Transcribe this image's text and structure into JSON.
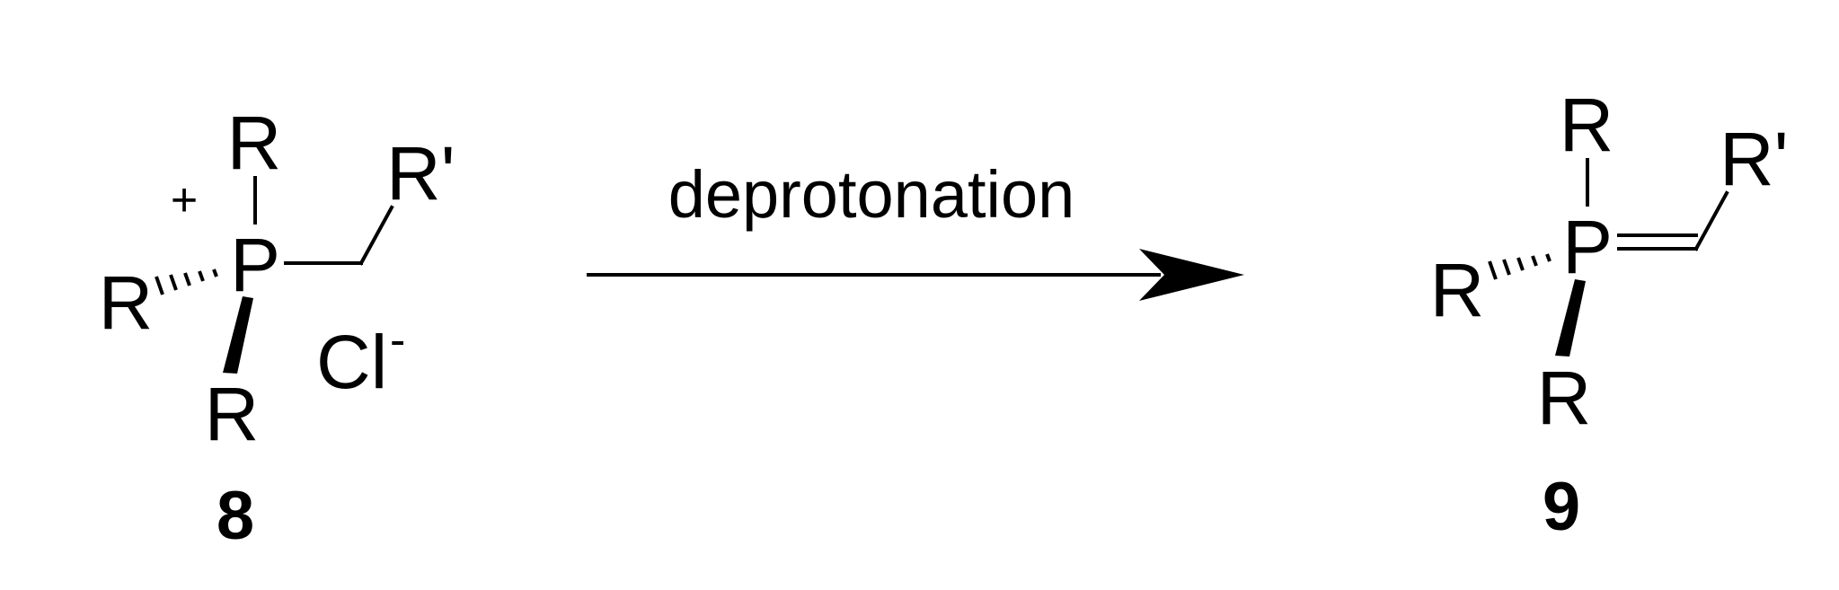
{
  "reaction": {
    "reactant": {
      "compound_number": "8",
      "phosphorus": "P",
      "charge": "+",
      "substituent_top": "R",
      "substituent_left": "R",
      "substituent_bottom": "R",
      "alkyl_group": "R'",
      "counterion": "Cl",
      "counterion_charge": "-"
    },
    "arrow": {
      "reagent_label": "deprotonation"
    },
    "product": {
      "compound_number": "9",
      "phosphorus": "P",
      "substituent_top": "R",
      "substituent_left": "R",
      "substituent_bottom": "R",
      "alkylidene_group": "R'"
    }
  }
}
